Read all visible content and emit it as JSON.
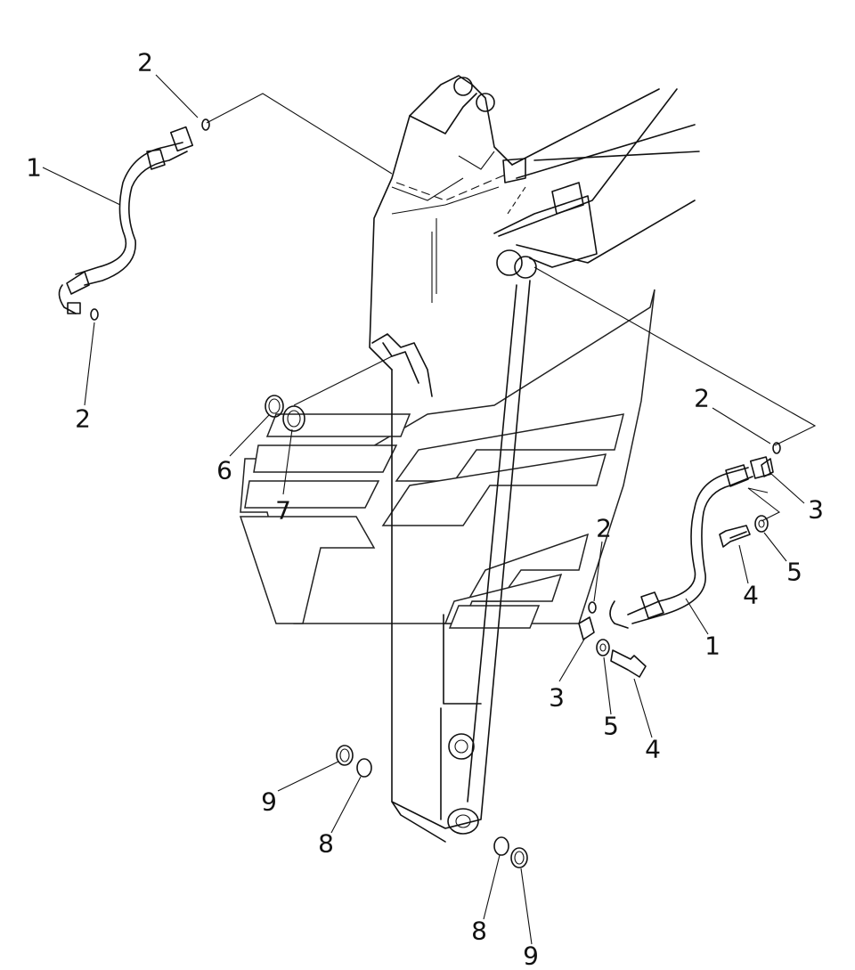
{
  "figure": {
    "part_callouts": [
      {
        "id": "c-1-left",
        "label": "1"
      },
      {
        "id": "c-2-top",
        "label": "2"
      },
      {
        "id": "c-2-left-bottom",
        "label": "2"
      },
      {
        "id": "c-6",
        "label": "6"
      },
      {
        "id": "c-7",
        "label": "7"
      },
      {
        "id": "c-2-right-top",
        "label": "2"
      },
      {
        "id": "c-3-right",
        "label": "3"
      },
      {
        "id": "c-5-right",
        "label": "5"
      },
      {
        "id": "c-4-right",
        "label": "4"
      },
      {
        "id": "c-1-right",
        "label": "1"
      },
      {
        "id": "c-2-mid",
        "label": "2"
      },
      {
        "id": "c-3-mid",
        "label": "3"
      },
      {
        "id": "c-5-mid",
        "label": "5"
      },
      {
        "id": "c-4-mid",
        "label": "4"
      },
      {
        "id": "c-9-left",
        "label": "9"
      },
      {
        "id": "c-8-left",
        "label": "8"
      },
      {
        "id": "c-8-right",
        "label": "8"
      },
      {
        "id": "c-9-right",
        "label": "9"
      }
    ]
  }
}
